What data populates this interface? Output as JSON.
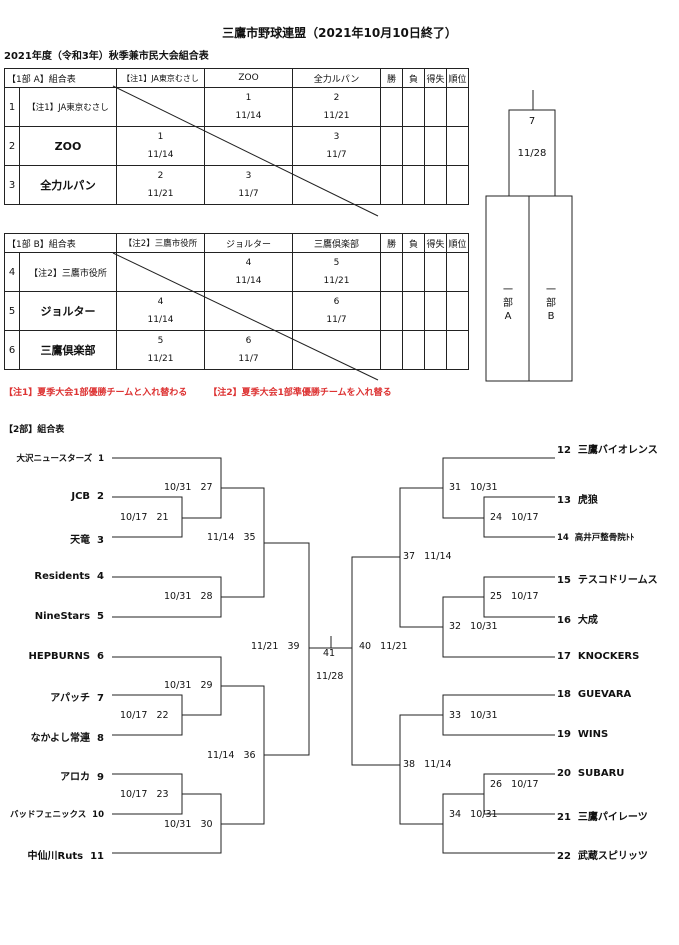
{
  "title": "三鷹市野球連盟（2021年10月10日終了）",
  "subtitle": "2021年度（令和3年）秋季兼市民大会組合表",
  "table_a": {
    "header": [
      "【1部 A】組合表",
      "【注1】JA東京むさし",
      "ZOO",
      "全力ルパン",
      "勝",
      "負",
      "得失",
      "順位"
    ],
    "rows": [
      {
        "no": "1",
        "team": "【注1】JA東京むさし",
        "cells": [
          null,
          {
            "g": "1",
            "d": "11/14"
          },
          {
            "g": "2",
            "d": "11/21"
          }
        ]
      },
      {
        "no": "2",
        "team": "ZOO",
        "cells": [
          {
            "g": "1",
            "d": "11/14"
          },
          null,
          {
            "g": "3",
            "d": "11/7"
          }
        ]
      },
      {
        "no": "3",
        "team": "全力ルパン",
        "cells": [
          {
            "g": "2",
            "d": "11/21"
          },
          {
            "g": "3",
            "d": "11/7"
          },
          null
        ]
      }
    ]
  },
  "table_b": {
    "header": [
      "【1部 B】組合表",
      "【注2】三鷹市役所",
      "ジョルター",
      "三鷹倶楽部",
      "勝",
      "負",
      "得失",
      "順位"
    ],
    "rows": [
      {
        "no": "4",
        "team": "【注2】三鷹市役所",
        "cells": [
          null,
          {
            "g": "4",
            "d": "11/14"
          },
          {
            "g": "5",
            "d": "11/21"
          }
        ]
      },
      {
        "no": "5",
        "team": "ジョルター",
        "cells": [
          {
            "g": "4",
            "d": "11/14"
          },
          null,
          {
            "g": "6",
            "d": "11/7"
          }
        ]
      },
      {
        "no": "6",
        "team": "三鷹倶楽部",
        "cells": [
          {
            "g": "5",
            "d": "11/21"
          },
          {
            "g": "6",
            "d": "11/7"
          },
          null
        ]
      }
    ]
  },
  "final1": {
    "game": "7",
    "date": "11/28",
    "left": "一部A",
    "right": "一部B"
  },
  "notes": [
    "【注1】夏季大会1部優勝チームと入れ替わる",
    "【注2】夏季大会1部準優勝チームを入れ替る"
  ],
  "section2": "【2部】組合表",
  "left_teams": [
    {
      "no": "1",
      "name": "大沢ニュースターズ"
    },
    {
      "no": "2",
      "name": "JCB"
    },
    {
      "no": "3",
      "name": "天竜"
    },
    {
      "no": "4",
      "name": "Residents"
    },
    {
      "no": "5",
      "name": "NineStars"
    },
    {
      "no": "6",
      "name": "HEPBURNS"
    },
    {
      "no": "7",
      "name": "アパッチ"
    },
    {
      "no": "8",
      "name": "なかよし常連"
    },
    {
      "no": "9",
      "name": "アロカ"
    },
    {
      "no": "10",
      "name": "バッドフェニックス"
    },
    {
      "no": "11",
      "name": "中仙川Ruts"
    }
  ],
  "right_teams": [
    {
      "no": "12",
      "name": "三鷹バイオレンス"
    },
    {
      "no": "13",
      "name": "虎狼"
    },
    {
      "no": "14",
      "name": "高井戸整骨院ﾄﾄ"
    },
    {
      "no": "15",
      "name": "テスコドリームス"
    },
    {
      "no": "16",
      "name": "大成"
    },
    {
      "no": "17",
      "name": "KNOCKERS"
    },
    {
      "no": "18",
      "name": "GUEVARA"
    },
    {
      "no": "19",
      "name": "WINS"
    },
    {
      "no": "20",
      "name": "SUBARU"
    },
    {
      "no": "21",
      "name": "三鷹パイレーツ"
    },
    {
      "no": "22",
      "name": "武蔵スピリッツ"
    }
  ],
  "games": {
    "g21": {
      "no": "21",
      "date": "10/17"
    },
    "g22": {
      "no": "22",
      "date": "10/17"
    },
    "g23": {
      "no": "23",
      "date": "10/17"
    },
    "g24": {
      "no": "24",
      "date": "10/17"
    },
    "g25": {
      "no": "25",
      "date": "10/17"
    },
    "g26": {
      "no": "26",
      "date": "10/17"
    },
    "g27": {
      "no": "27",
      "date": "10/31"
    },
    "g28": {
      "no": "28",
      "date": "10/31"
    },
    "g29": {
      "no": "29",
      "date": "10/31"
    },
    "g30": {
      "no": "30",
      "date": "10/31"
    },
    "g31": {
      "no": "31",
      "date": "10/31"
    },
    "g32": {
      "no": "32",
      "date": "10/31"
    },
    "g33": {
      "no": "33",
      "date": "10/31"
    },
    "g34": {
      "no": "34",
      "date": "10/31"
    },
    "g35": {
      "no": "35",
      "date": "11/14"
    },
    "g36": {
      "no": "36",
      "date": "11/14"
    },
    "g37": {
      "no": "37",
      "date": "11/14"
    },
    "g38": {
      "no": "38",
      "date": "11/14"
    },
    "g39": {
      "no": "39",
      "date": "11/21"
    },
    "g40": {
      "no": "40",
      "date": "11/21"
    },
    "g41": {
      "no": "41",
      "date": "11/28"
    }
  }
}
